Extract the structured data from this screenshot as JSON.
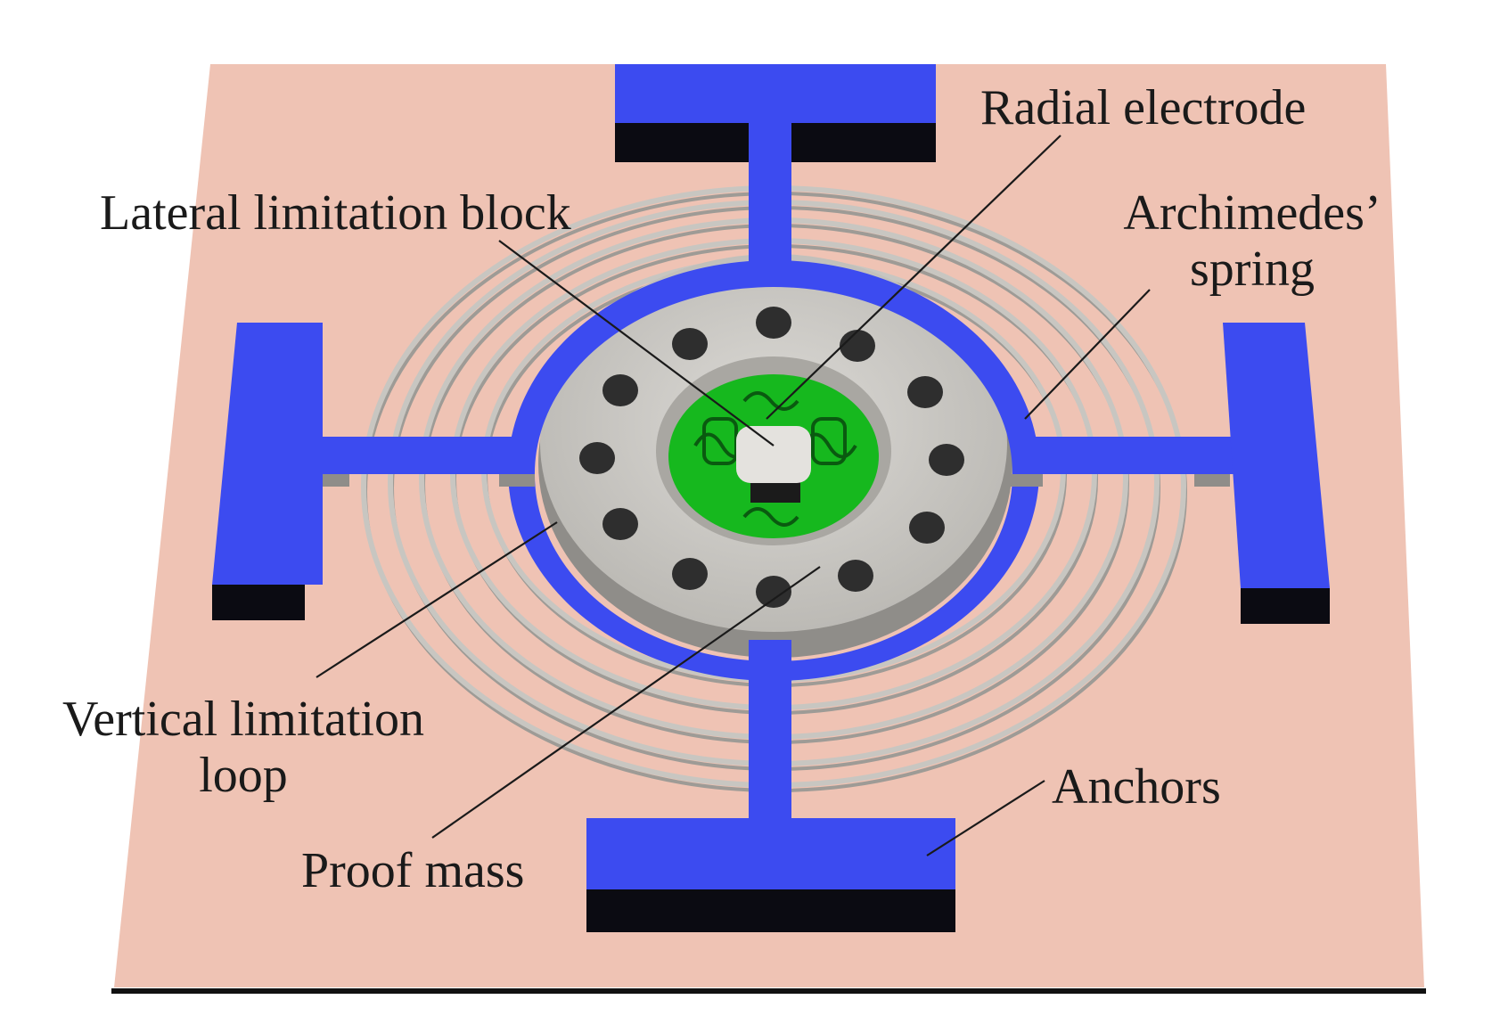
{
  "labels": {
    "radial_electrode": "Radial electrode",
    "lateral_limitation_block": "Lateral limitation block",
    "archimedes_spring": {
      "line1": "Archimedes’",
      "line2": "spring"
    },
    "vertical_limitation_loop": {
      "line1": "Vertical limitation",
      "line2": "loop"
    },
    "anchors": "Anchors",
    "proof_mass": "Proof mass"
  },
  "colors": {
    "substrate": "#efc3b4",
    "anchor_top": "#3c4bf0",
    "anchor_side": "#0b0b12",
    "proof_mass": "#c9c7c3",
    "electrode": "#16b81e",
    "spring": "#b5b3ae",
    "hole": "#2a2a2a"
  }
}
